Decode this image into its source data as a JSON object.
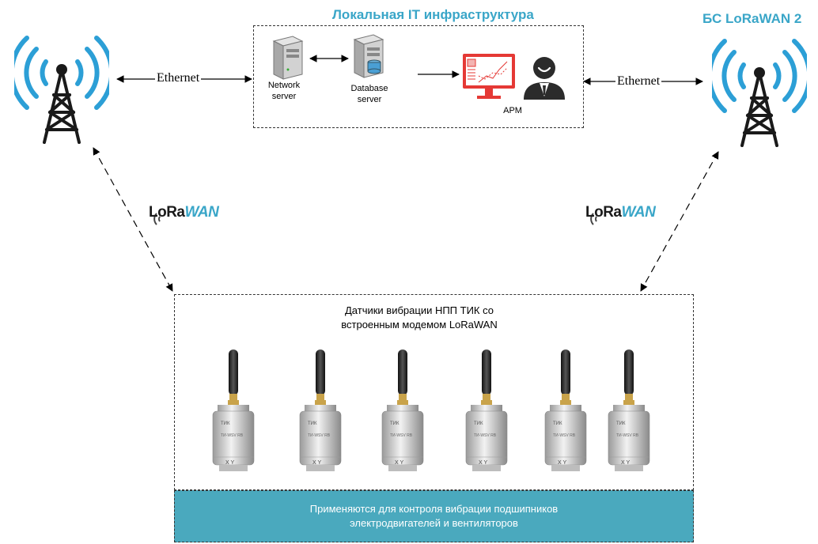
{
  "infra": {
    "title": "Локальная IT инфраструктура",
    "network_server_label": "Network\nserver",
    "database_server_label": "Database\nserver",
    "workstation_label": "АРМ"
  },
  "base_station_2": {
    "title": "БС LoRaWAN 2"
  },
  "links": {
    "ethernet_left": "Ethernet",
    "ethernet_right": "Ethernet"
  },
  "lorawan_logo": {
    "part1": "LoRa",
    "part2": "WAN"
  },
  "sensors": {
    "caption_line1": "Датчики вибрации НПП ТИК со",
    "caption_line2": "встроенным модемом LoRaWAN",
    "count": 6,
    "device_brand": "TИК",
    "device_model": "TИ-WSV RB",
    "device_axes": "X Y"
  },
  "note": {
    "line1": "Применяются для контроля вибрации подшипников",
    "line2": "электродвигателей и вентиляторов"
  },
  "colors": {
    "accent_blue": "#3aa6c8",
    "bar_teal": "#4aa9be",
    "monitor_red": "#e53935"
  }
}
